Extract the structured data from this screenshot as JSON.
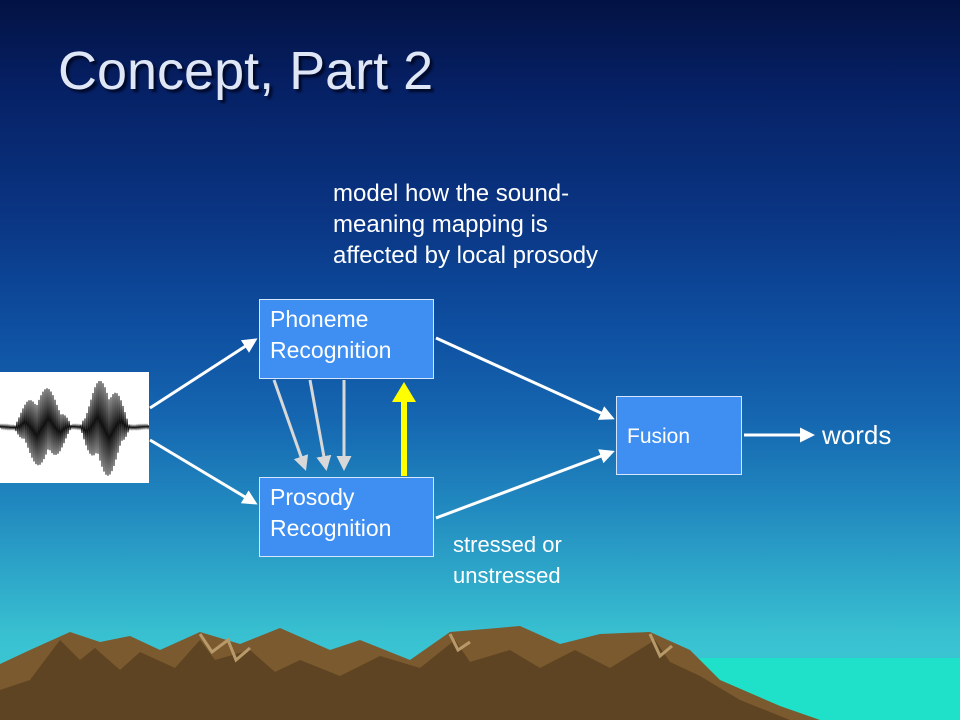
{
  "slide": {
    "title": "Concept, Part 2",
    "note_lines": [
      "model how the sound-",
      "meaning mapping is",
      "affected by local prosody"
    ]
  },
  "diagram": {
    "phoneme_box": {
      "line1": "Phoneme",
      "line2": "Recognition"
    },
    "prosody_box": {
      "line1": "Prosody",
      "line2": "Recognition"
    },
    "fusion_box": {
      "label": "Fusion"
    },
    "output_label": "words",
    "prosody_output": {
      "line1": "stressed or",
      "line2": "unstressed"
    }
  },
  "colors": {
    "box_fill": "#3f8ff2",
    "arrow": "#ffffff",
    "feedback_arrow": "#ffff00",
    "mountains": "#7a5a2e"
  },
  "icons": {
    "input": "speech-waveform-icon"
  }
}
